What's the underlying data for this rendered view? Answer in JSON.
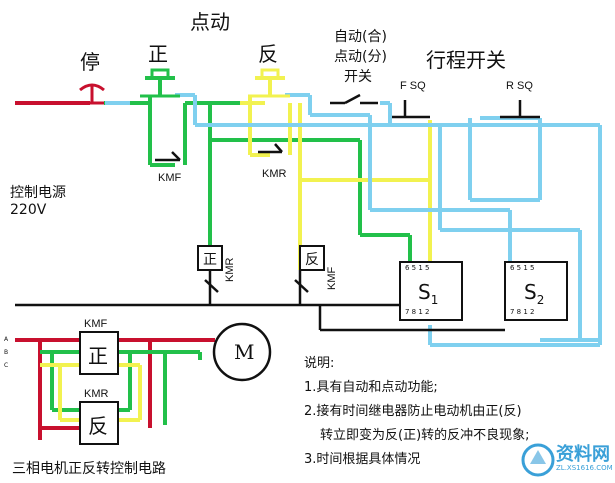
{
  "labels": {
    "stop": "停",
    "forward": "正",
    "jog": "点动",
    "reverse": "反",
    "auto_switch_1": "自动(合)",
    "auto_switch_2": "点动(分)",
    "auto_switch_3": "开关",
    "travel_switch": "行程开关",
    "f_sq": "F SQ",
    "r_sq": "R SQ",
    "ctrl_power_1": "控制电源",
    "ctrl_power_2": "220V",
    "kmf": "KMF",
    "kmr": "KMR",
    "kmf_b": "KMF",
    "kmr_b": "KMR",
    "kmr_relay_label": "KMR",
    "kmf_relay_label": "KMF",
    "relay_kmr_box": "正",
    "relay_kmf_box": "反",
    "timer_1": "S",
    "timer_1_sub": "1",
    "timer_2": "S",
    "timer_2_sub": "2",
    "timer_pins_top": "6 5 1 5",
    "timer_pins_bottom": "7 8 1 2",
    "motor_kmf_label": "KMF",
    "motor_kmr_label": "KMR",
    "motor_fwd_box": "正",
    "motor_rev_box": "反",
    "motor": "M",
    "phase_a": "A",
    "phase_b": "B",
    "phase_c": "C",
    "caption": "三相电机正反转控制电路"
  },
  "notes": {
    "title": "说明:",
    "line1": "1.具有自动和点动功能;",
    "line2": "2.接有时间继电器防止电动机由正(反)",
    "line3": "转立即变为反(正)转的反冲不良现象;",
    "line4": "3.时间根据具体情况"
  },
  "watermark": {
    "text": "资料网",
    "url": "ZL.XS1616.COM"
  },
  "colors": {
    "red": "#c8102e",
    "green": "#22c04a",
    "yellow": "#f2f250",
    "lightblue": "#7fd0ef",
    "black": "#111111"
  }
}
